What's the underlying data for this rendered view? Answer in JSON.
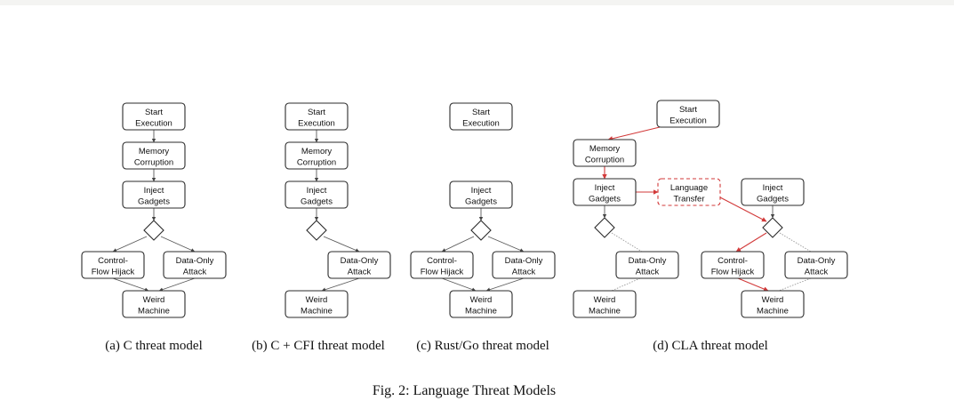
{
  "figure": {
    "caption": "Fig. 2: Language Threat Models",
    "subfigures": [
      {
        "id": "a",
        "caption": "(a) C threat model"
      },
      {
        "id": "b",
        "caption": "(b) C + CFI threat model"
      },
      {
        "id": "c",
        "caption": "(c) Rust/Go threat model"
      },
      {
        "id": "d",
        "caption": "(d) CLA threat model"
      }
    ]
  },
  "labels": {
    "start_execution": [
      "Start",
      "Execution"
    ],
    "memory_corruption": [
      "Memory",
      "Corruption"
    ],
    "inject_gadgets": [
      "Inject",
      "Gadgets"
    ],
    "control_flow_hijack": [
      "Control-",
      "Flow Hijack"
    ],
    "data_only_attack": [
      "Data-Only",
      "Attack"
    ],
    "weird_machine": [
      "Weird",
      "Machine"
    ],
    "language_transfer": [
      "Language",
      "Transfer"
    ]
  },
  "colors": {
    "box_stroke": "#2b2b2b",
    "red_path": "#d23a3a",
    "text": "#111111"
  }
}
